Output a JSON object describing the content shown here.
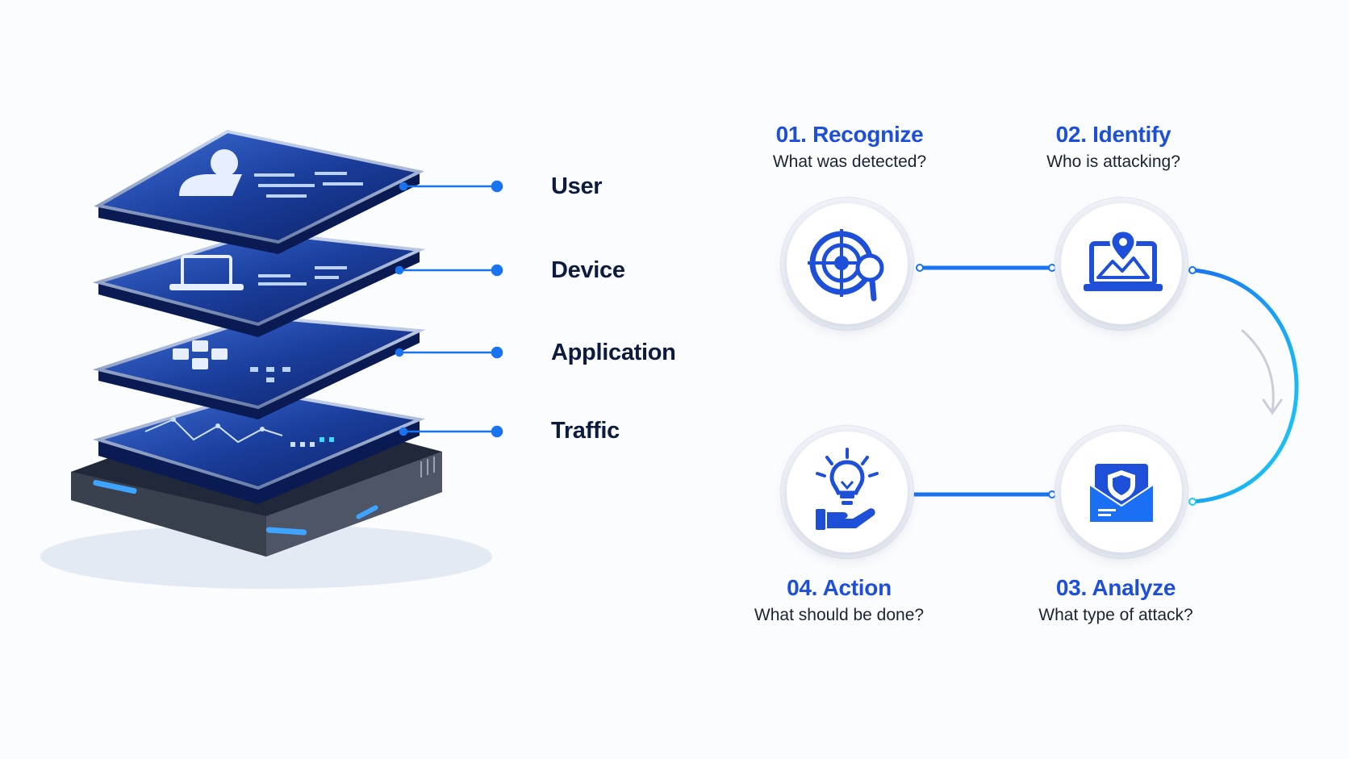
{
  "layers": [
    {
      "label": "User",
      "icon": "user-icon"
    },
    {
      "label": "Device",
      "icon": "laptop-icon"
    },
    {
      "label": "Application",
      "icon": "app-blocks-icon"
    },
    {
      "label": "Traffic",
      "icon": "traffic-chart-icon"
    }
  ],
  "steps": [
    {
      "title": "01. Recognize",
      "question": "What was detected?",
      "icon": "radar-search-icon"
    },
    {
      "title": "02. Identify",
      "question": "Who is attacking?",
      "icon": "laptop-location-icon"
    },
    {
      "title": "03. Analyze",
      "question": "What type of attack?",
      "icon": "shield-envelope-icon"
    },
    {
      "title": "04. Action",
      "question": "What should be done?",
      "icon": "lightbulb-hand-icon"
    }
  ],
  "colors": {
    "accent": "#1e4fd8",
    "connector": "#1a73f0",
    "arc": "#1ab8f0",
    "label_text": "#0d1b3e"
  }
}
